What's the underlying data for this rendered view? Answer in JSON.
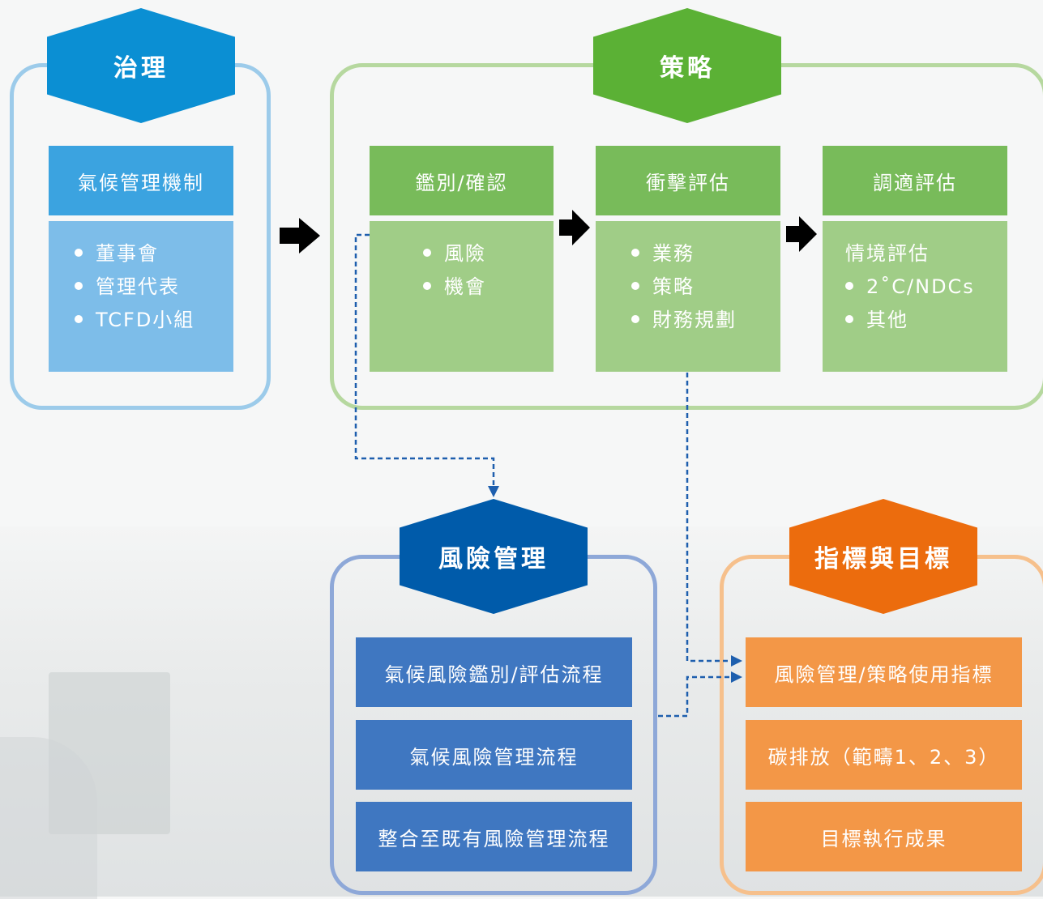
{
  "governance": {
    "title": "治理",
    "header": "氣候管理機制",
    "items": [
      "董事會",
      "管理代表",
      "TCFD小組"
    ]
  },
  "strategy": {
    "title": "策略",
    "columns": [
      {
        "header": "鑑別/確認",
        "items": [
          "風險",
          "機會"
        ]
      },
      {
        "header": "衝擊評估",
        "items": [
          "業務",
          "策略",
          "財務規劃"
        ]
      },
      {
        "header": "調適評估",
        "lead": "情境評估",
        "items": [
          "2˚C/NDCs",
          "其他"
        ]
      }
    ]
  },
  "risk_management": {
    "title": "風險管理",
    "items": [
      "氣候風險鑑別/評估流程",
      "氣候風險管理流程",
      "整合至既有風險管理流程"
    ]
  },
  "metrics_targets": {
    "title": "指標與目標",
    "items": [
      "風險管理/策略使用指標",
      "碳排放（範疇1、2、3）",
      "目標執行成果"
    ]
  },
  "colors": {
    "governance_hex": "#0b8fd3",
    "governance_frame": "#9ccbea",
    "governance_header": "#3ba3e0",
    "governance_body": "#7dbde9",
    "strategy_hex": "#5bb135",
    "strategy_frame": "#b6d89f",
    "strategy_header": "#78bb5a",
    "strategy_body": "#a0cd87",
    "risk_hex": "#005baa",
    "risk_frame": "#8ea8d8",
    "risk_box": "#3f77c1",
    "metrics_hex": "#ec6c0d",
    "metrics_frame": "#f6c08c",
    "metrics_box": "#f39747",
    "connector": "#1e5fae"
  }
}
